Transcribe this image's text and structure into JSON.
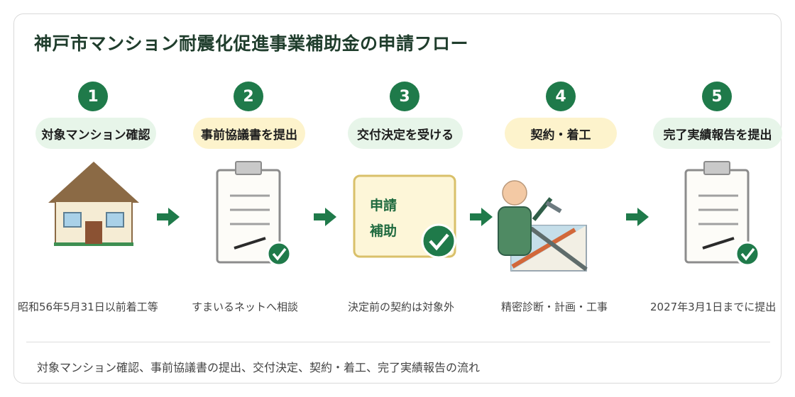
{
  "title": "神戸市マンション耐震化促進事業補助金の申請フロー",
  "colors": {
    "accent": "#1f7a4a",
    "pill_green": "#e7f5e9",
    "pill_yellow": "#fdf3cc"
  },
  "steps": [
    {
      "number": "1",
      "label": "対象マンション確認",
      "caption": "昭和56年5月31日以前着工等",
      "icon": "house-icon",
      "pill": "green"
    },
    {
      "number": "2",
      "label": "事前協議書を提出",
      "caption": "すまいるネットへ相談",
      "icon": "clipboard-check-icon",
      "pill": "yellow"
    },
    {
      "number": "3",
      "label": "交付決定を受ける",
      "caption": "決定前の契約は対象外",
      "icon": "approval-document-icon",
      "pill": "green",
      "document_lines": [
        "申請",
        "補助"
      ]
    },
    {
      "number": "4",
      "label": "契約・着工",
      "caption": "精密診断・計画・工事",
      "icon": "construction-worker-icon",
      "pill": "yellow"
    },
    {
      "number": "5",
      "label": "完了実績報告を提出",
      "caption": "2027年3月1日までに提出",
      "icon": "clipboard-check-icon",
      "pill": "green"
    }
  ],
  "footer": "対象マンション確認、事前協議書の提出、交付決定、契約・着工、完了実績報告の流れ"
}
